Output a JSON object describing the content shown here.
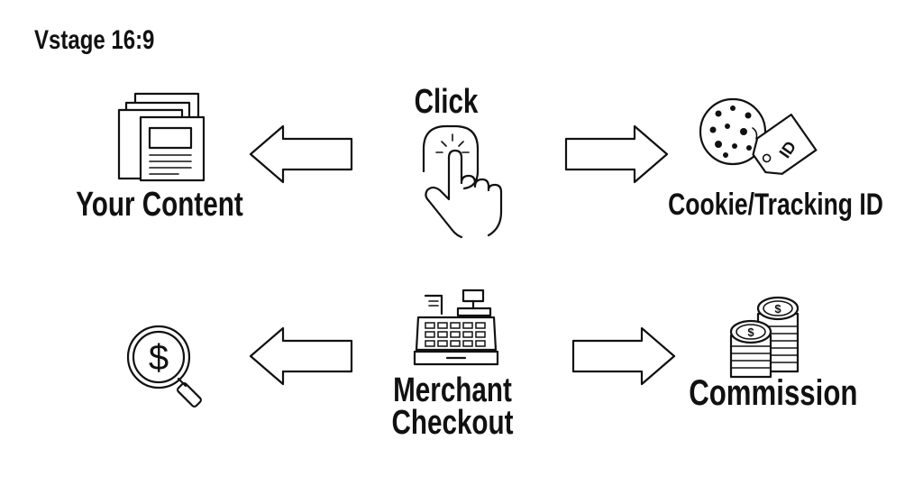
{
  "title": "Vstage 16:9",
  "nodes": {
    "content": {
      "label": "Your Content",
      "icon": "document-pages-icon"
    },
    "click": {
      "label": "Click",
      "icon": "finger-tap-icon"
    },
    "cookie": {
      "label": "Cookie/Tracking ID",
      "icon": "cookie-tag-icon"
    },
    "search": {
      "icon": "dollar-search-icon"
    },
    "merchant": {
      "label_line1": "Merchant",
      "label_line2": "Checkout",
      "icon": "cash-register-icon"
    },
    "commission": {
      "label": "Commission",
      "icon": "coin-stacks-icon"
    }
  },
  "tag_text": "ID",
  "coin_symbol": "$",
  "colors": {
    "ink": "#111111",
    "background": "#ffffff"
  }
}
